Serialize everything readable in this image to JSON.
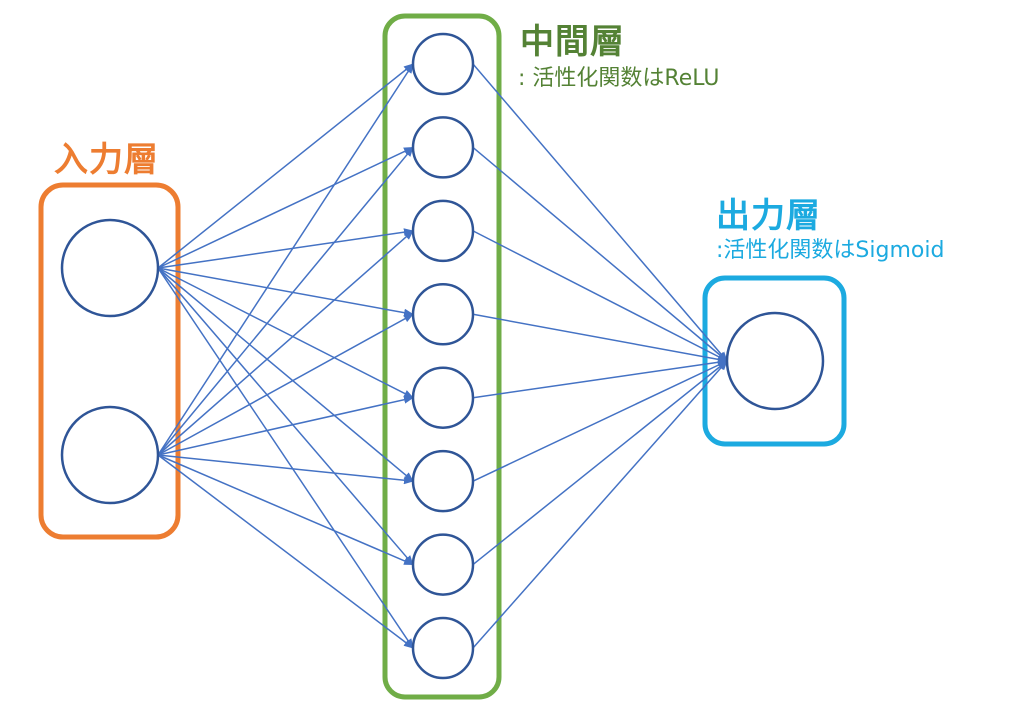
{
  "layers": {
    "input": {
      "title": "入力層",
      "node_count": 2,
      "color": "#ED7D31"
    },
    "hidden": {
      "title": "中間層",
      "subtitle": ": 活性化関数はReLU",
      "node_count": 8,
      "color": "#70AD47"
    },
    "output": {
      "title": "出力層",
      "subtitle": ":活性化関数はSigmoid",
      "node_count": 1,
      "color": "#1CAAE0"
    }
  },
  "colors": {
    "node_stroke": "#2F5597",
    "edge": "#4472C4"
  }
}
